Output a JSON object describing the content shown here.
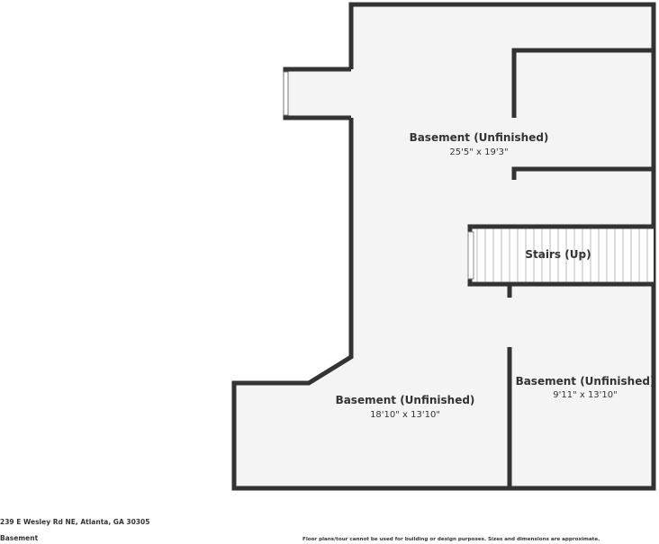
{
  "rooms": [
    {
      "name": "Basement (Unfinished)",
      "dimensions": "25'5\" x 19'3\""
    },
    {
      "name": "Stairs (Up)",
      "dimensions": ""
    },
    {
      "name": "Basement (Unfinished)",
      "dimensions": "18'10\" x 13'10\""
    },
    {
      "name": "Basement (Unfinished)",
      "dimensions": "9'11\" x 13'10\""
    }
  ],
  "footer": {
    "address": "239 E Wesley Rd NE, Atlanta, GA 30305",
    "level": "Basement",
    "disclaimer": "Floor plans/tour cannot be used for building or design purposes. Sizes and dimensions are approximate."
  },
  "colors": {
    "wall": "#333333",
    "floor": "#f4f4f4",
    "text": "#333333"
  }
}
